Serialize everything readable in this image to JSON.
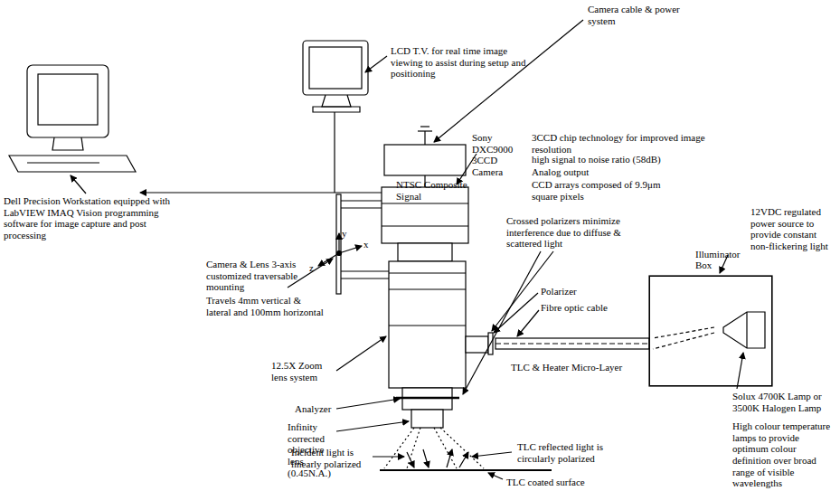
{
  "diagram": {
    "nodes": [
      {
        "text": [
          "Illuminator Box"
        ]
      }
    ],
    "labels": [
      "Camera cable & power system",
      "LCD T.V. for real time image viewing to assist during setup and positioning",
      "Sony DXC9000 3CCD Camera",
      "3CCD chip technology for improved image resolution",
      "high signal to noise ratio (58dB)",
      "Analog output",
      "CCD arrays composed of 9.9μm square pixels",
      "NTSC Composite Signal",
      "Dell Precision Workstation equipped with LabVIEW IMAQ Vision programming software for image capture and post processing",
      "Camera & Lens 3-axis customized traversable mounting",
      "Travels 4mm vertical & lateral and 100mm horizontal",
      "y",
      "x",
      "z",
      "Crossed polarizers minimize interference due to diffuse & scattered light",
      "Polarizer",
      "Fibre optic cable",
      "12.5X Zoom lens system",
      "Analyzer",
      "TLC & Heater Micro-Layer",
      "Infinity corrected objective lens (0.45N.A.)",
      "Incident light is linearly polarized",
      "TLC reflected light is circularly polarized",
      "TLC coated surface",
      "12VDC regulated power source to provide constant non-flickering light",
      "Solux 4700K Lamp or 3500K Halogen Lamp",
      "High colour temperature lamps to provide optimum colour definition over broad range of visible wavelengths"
    ]
  }
}
